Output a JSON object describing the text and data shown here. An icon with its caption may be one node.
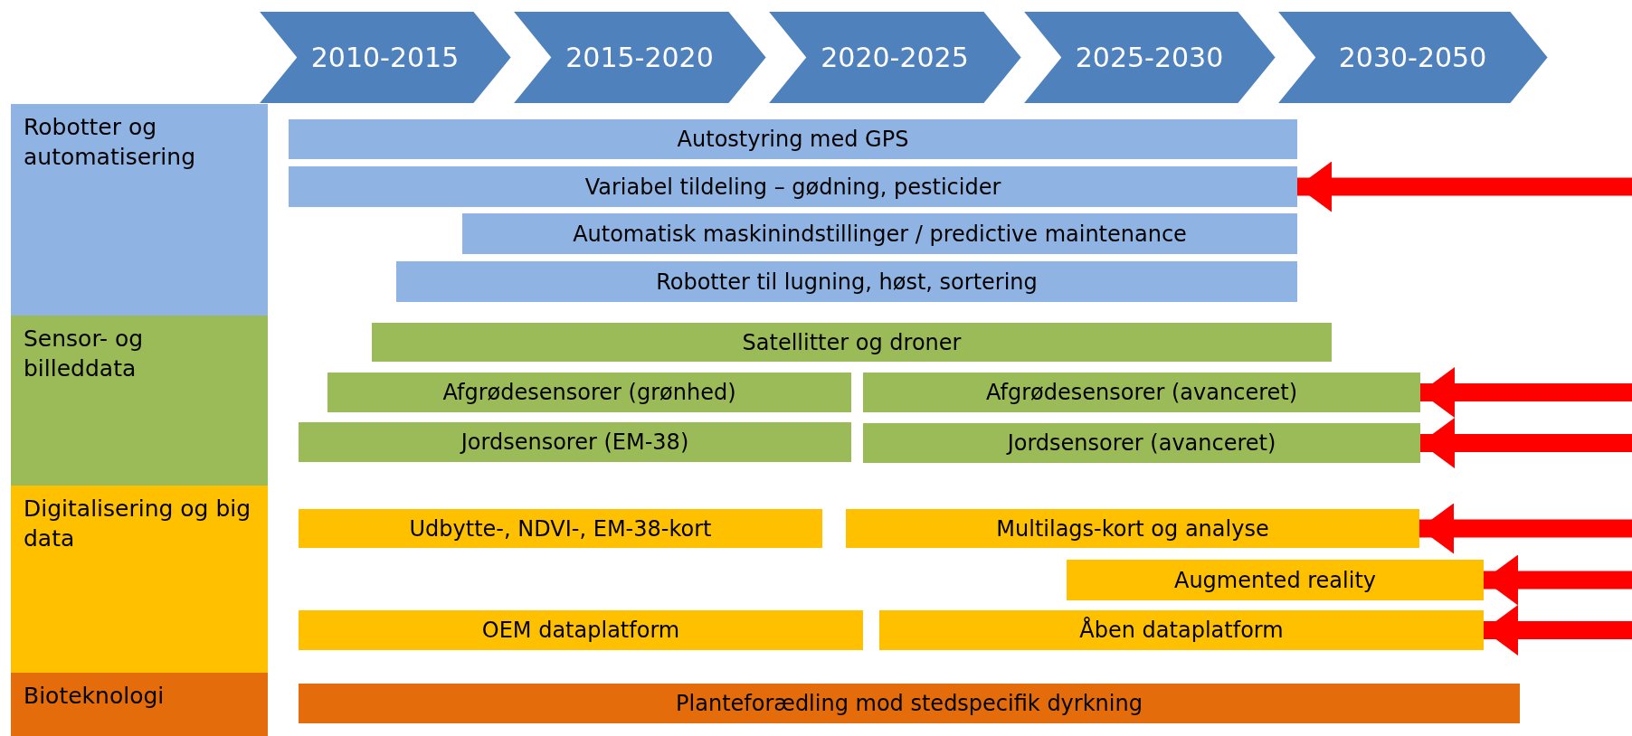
{
  "diagram": {
    "nodes": [
      {
        "text": [
          "2010-2015"
        ]
      },
      {
        "text": [
          "2015-2020"
        ]
      },
      {
        "text": [
          "2020-2025"
        ]
      },
      {
        "text": [
          "2025-2030"
        ]
      },
      {
        "text": [
          "2030-2050"
        ]
      },
      {
        "text": [
          "Robotter og automatisering"
        ]
      },
      {
        "text": [
          "Autostyring med GPS"
        ]
      },
      {
        "text": [
          "Variabel tildeling – gødning, pesticider"
        ]
      },
      {
        "text": [
          "Automatisk maskinindstillinger / predictive maintenance"
        ]
      },
      {
        "text": [
          "Robotter til lugning, høst, sortering"
        ]
      },
      {
        "text": [
          "Sensor- og billeddata"
        ]
      },
      {
        "text": [
          "Satellitter og droner"
        ]
      },
      {
        "text": [
          "Afgrødesensorer (grønhed)"
        ]
      },
      {
        "text": [
          "Afgrødesensorer (avanceret)"
        ]
      },
      {
        "text": [
          "Jordsensorer (EM-38)"
        ]
      },
      {
        "text": [
          "Jordsensorer (avanceret)"
        ]
      },
      {
        "text": [
          "Digitalisering og big data"
        ]
      },
      {
        "text": [
          "Udbytte-, NDVI-, EM-38-kort"
        ]
      },
      {
        "text": [
          "Multilags-kort og analyse"
        ]
      },
      {
        "text": [
          "Augmented reality"
        ]
      },
      {
        "text": [
          "OEM dataplatform"
        ]
      },
      {
        "text": [
          "Åben dataplatform"
        ]
      },
      {
        "text": [
          "Bioteknologi"
        ]
      },
      {
        "text": [
          "Planteforædling mod stedspecifik dyrkning"
        ]
      }
    ],
    "edges": [
      {
        "from": null,
        "to": 7,
        "arrow": "to"
      },
      {
        "from": null,
        "to": 13,
        "arrow": "to"
      },
      {
        "from": null,
        "to": 15,
        "arrow": "to"
      },
      {
        "from": null,
        "to": 18,
        "arrow": "to"
      },
      {
        "from": null,
        "to": 19,
        "arrow": "to"
      },
      {
        "from": null,
        "to": 21,
        "arrow": "to"
      }
    ]
  }
}
